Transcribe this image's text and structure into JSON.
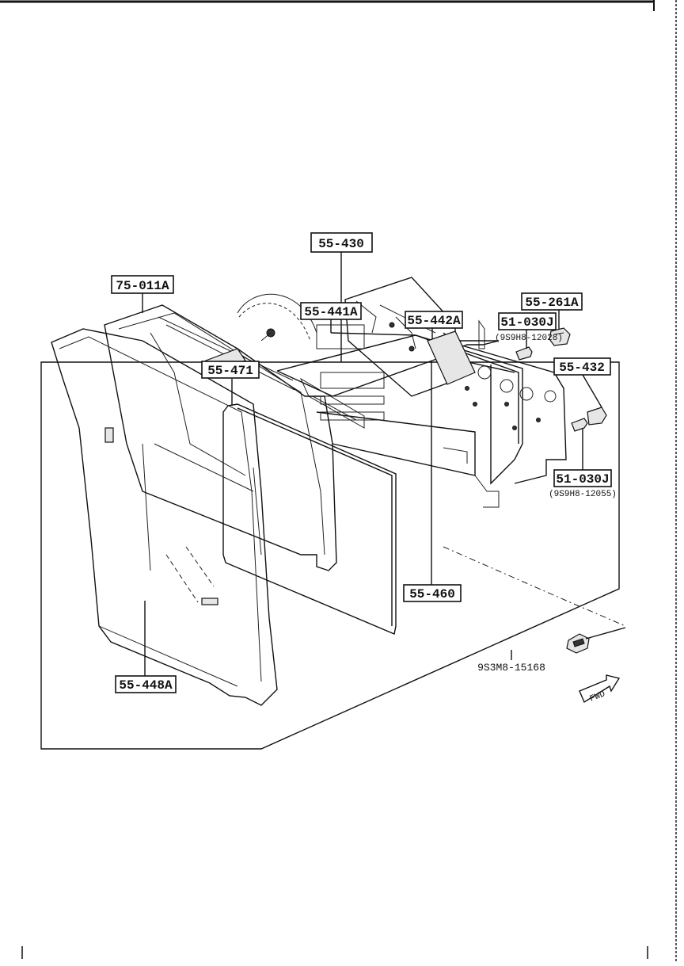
{
  "diagram": {
    "callouts": {
      "assembly": "55-430",
      "housing": "55-441A",
      "bracket": "55-442A",
      "socket": "55-261A",
      "bulb_upper": "51-030J",
      "bulb_upper_code": "(9S9H8-12028)",
      "bulb_socket_right": "55-432",
      "bulb_lower": "51-030J",
      "bulb_lower_code": "(9S9H8-12055)",
      "dial_plate": "55-471",
      "bezel_retainer": "75-011A",
      "gauge_unit": "55-460",
      "lens_cover": "55-448A",
      "bolt": "9S3M8-15168"
    },
    "fwd": "FWD"
  }
}
